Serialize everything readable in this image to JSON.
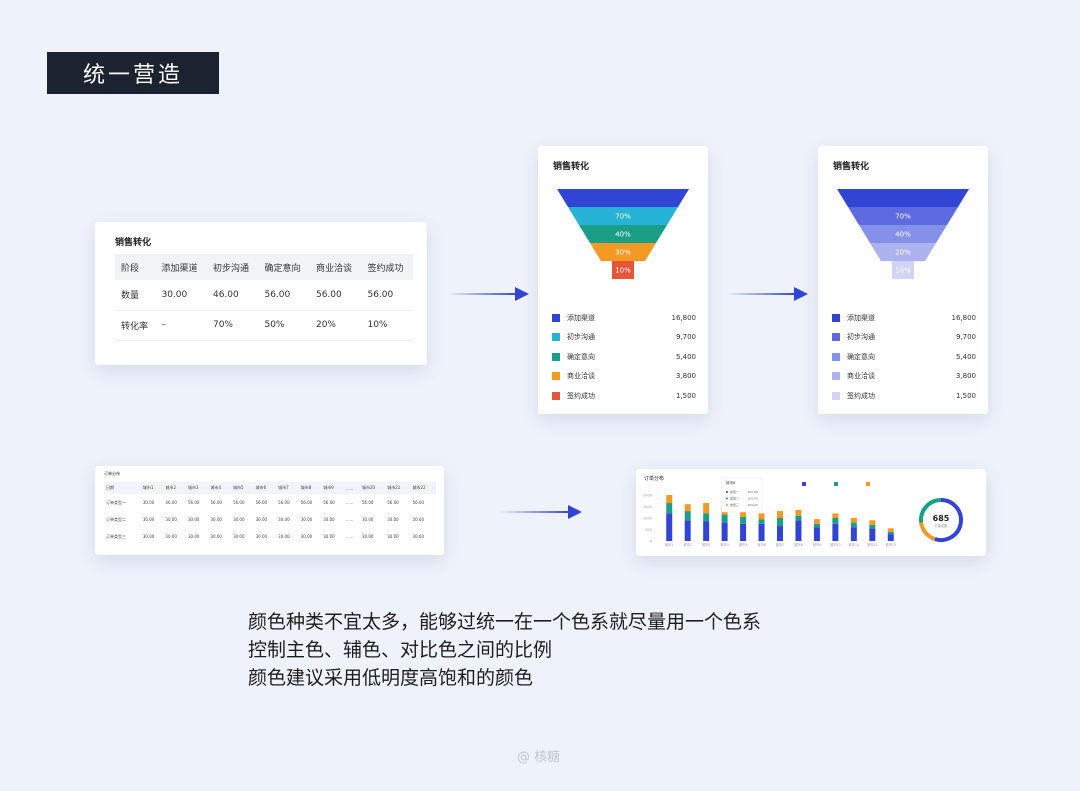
{
  "header": {
    "title": "统一营造"
  },
  "table_card": {
    "title": "销售转化",
    "headers": [
      "阶段",
      "添加渠道",
      "初步沟通",
      "确定意向",
      "商业洽谈",
      "签约成功"
    ],
    "rows": [
      [
        "数量",
        "30.00",
        "46.00",
        "56.00",
        "56.00",
        "56.00"
      ],
      [
        "转化率",
        "–",
        "70%",
        "50%",
        "20%",
        "10%"
      ]
    ]
  },
  "funnel_color": {
    "title": "销售转化",
    "levels": [
      {
        "label": "",
        "color": "#3244d4"
      },
      {
        "label": "70%",
        "color": "#26b3d6"
      },
      {
        "label": "40%",
        "color": "#1a9e88"
      },
      {
        "label": "30%",
        "color": "#f39a24"
      },
      {
        "label": "10%",
        "color": "#e4553a"
      }
    ],
    "legend": [
      {
        "label": "添加渠道",
        "value": "16,800",
        "color": "#3244d4"
      },
      {
        "label": "初步沟通",
        "value": "9,700",
        "color": "#26b3d6"
      },
      {
        "label": "确定意向",
        "value": "5,400",
        "color": "#1a9e88"
      },
      {
        "label": "商业洽谈",
        "value": "3,800",
        "color": "#f39a24"
      },
      {
        "label": "签约成功",
        "value": "1,500",
        "color": "#e4553a"
      }
    ]
  },
  "funnel_mono": {
    "title": "销售转化",
    "levels": [
      {
        "label": "",
        "color": "#3244d4"
      },
      {
        "label": "70%",
        "color": "#5e6be0"
      },
      {
        "label": "40%",
        "color": "#8590e8"
      },
      {
        "label": "20%",
        "color": "#abb2ef"
      },
      {
        "label": "10%",
        "color": "#d0d4f6"
      }
    ],
    "legend": [
      {
        "label": "添加渠道",
        "value": "16,800",
        "color": "#3244d4"
      },
      {
        "label": "初步沟通",
        "value": "9,700",
        "color": "#5e6be0"
      },
      {
        "label": "确定意向",
        "value": "5,400",
        "color": "#8590e8"
      },
      {
        "label": "商业洽谈",
        "value": "3,800",
        "color": "#abb2ef"
      },
      {
        "label": "签约成功",
        "value": "1,500",
        "color": "#d0d4f6"
      }
    ]
  },
  "order_table": {
    "title": "订单分布",
    "headers": [
      "日期",
      "城市1",
      "城市2",
      "城市3",
      "城市4",
      "城市5",
      "城市6",
      "城市7",
      "城市8",
      "城市9",
      "......",
      "城市20",
      "城市21",
      "城市22"
    ],
    "rows": [
      [
        "订单类型一",
        "30.00",
        "46.00",
        "56.00",
        "56.00",
        "56.00",
        "56.00",
        "56.00",
        "56.00",
        "56.00",
        "......",
        "56.00",
        "56.00",
        "56.00"
      ],
      [
        "订单类型二",
        "30.00",
        "30.00",
        "30.00",
        "30.00",
        "30.00",
        "30.00",
        "30.00",
        "30.00",
        "30.00",
        "......",
        "30.00",
        "30.00",
        "30.00"
      ],
      [
        "订单类型三",
        "30.00",
        "30.00",
        "30.00",
        "30.00",
        "30.00",
        "30.00",
        "30.00",
        "30.00",
        "30.00",
        "......",
        "30.00",
        "30.00",
        "30.00"
      ]
    ]
  },
  "chart_data": {
    "type": "bar",
    "title": "订单分布",
    "categories": [
      "城市1",
      "城市2",
      "城市3",
      "城市4",
      "城市5",
      "城市6",
      "城市7",
      "城市8",
      "城市9",
      "城市10",
      "城市11",
      "城市12",
      "城市13"
    ],
    "series": [
      {
        "name": "",
        "color": "#3244d4",
        "values": [
          1200,
          900,
          850,
          800,
          750,
          750,
          650,
          900,
          600,
          750,
          600,
          550,
          300
        ]
      },
      {
        "name": "",
        "color": "#1a9e88",
        "values": [
          450,
          400,
          350,
          350,
          300,
          200,
          350,
          200,
          150,
          250,
          200,
          150,
          100
        ]
      },
      {
        "name": "",
        "color": "#f39a24",
        "values": [
          350,
          300,
          450,
          350,
          450,
          250,
          300,
          250,
          200,
          200,
          200,
          200,
          150
        ]
      }
    ],
    "ylim": [
      0,
      2000
    ],
    "yticks": [
      "2000",
      "1500",
      "1000",
      "500",
      "0"
    ],
    "tooltip": {
      "title": "城市6",
      "rows": [
        {
          "label": "类型一",
          "value": "100.00"
        },
        {
          "label": "类型二",
          "value": "100.00"
        },
        {
          "label": "类型三",
          "value": "100.00"
        }
      ]
    },
    "donut": {
      "value": "685",
      "label": "订单总数",
      "segments": [
        {
          "color": "#3244d4",
          "fraction": 0.55
        },
        {
          "color": "#f39a24",
          "fraction": 0.18
        },
        {
          "color": "#1a9e88",
          "fraction": 0.27
        }
      ]
    }
  },
  "caption": {
    "line1": "颜色种类不宜太多，能够过统一在一个色系就尽量用一个色系",
    "line2": "控制主色、辅色、对比色之间的比例",
    "line3": "颜色建议采用低明度高饱和的颜色"
  },
  "watermark": "@ 核糖"
}
